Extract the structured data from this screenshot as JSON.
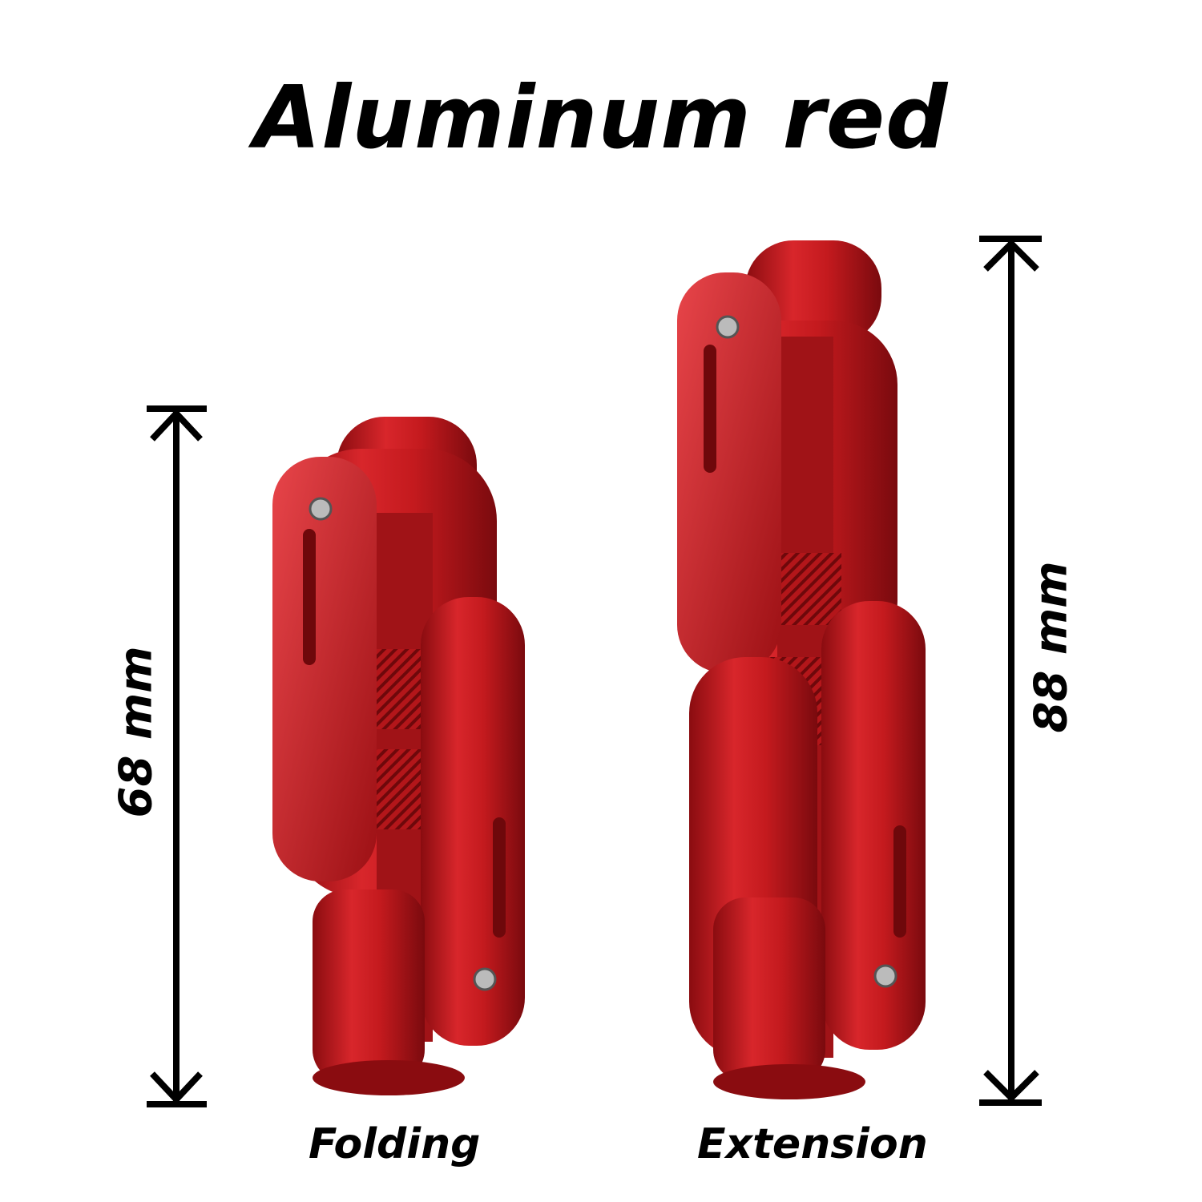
{
  "title": "Aluminum red",
  "products": [
    {
      "state_label": "Folding",
      "dimension": "68 mm"
    },
    {
      "state_label": "Extension",
      "dimension": "88 mm"
    }
  ],
  "colors": {
    "product_red": "#c41a1e",
    "highlight": "#e8454a",
    "shadow": "#7a0a0e",
    "text": "#000000"
  }
}
